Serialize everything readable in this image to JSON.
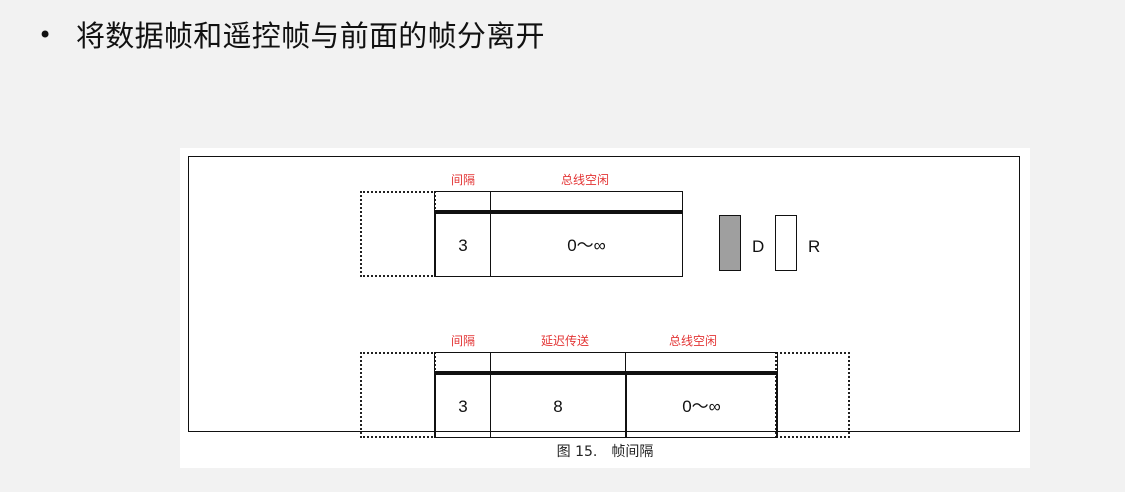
{
  "slide": {
    "bullet": "将数据帧和遥控帧与前面的帧分离开"
  },
  "figure": {
    "caption": "图 15.　帧间隔",
    "top_row": {
      "labels": {
        "gap": "间隔",
        "bus_idle": "总线空闲"
      },
      "values": {
        "gap": "3",
        "bus_idle": "0～∞"
      }
    },
    "bottom_row": {
      "labels": {
        "gap": "间隔",
        "delay_transmit": "延迟传送",
        "bus_idle": "总线空闲"
      },
      "values": {
        "gap": "3",
        "delay_transmit": "8",
        "bus_idle": "0～∞"
      }
    },
    "legend": {
      "dominant": "D",
      "recessive": "R"
    }
  },
  "colors": {
    "page_background": "#f2f2f2",
    "figure_background": "#ffffff",
    "label_red": "#e33535",
    "line_black": "#111111",
    "dominant_fill": "#9f9f9f",
    "recessive_fill": "#ffffff"
  }
}
